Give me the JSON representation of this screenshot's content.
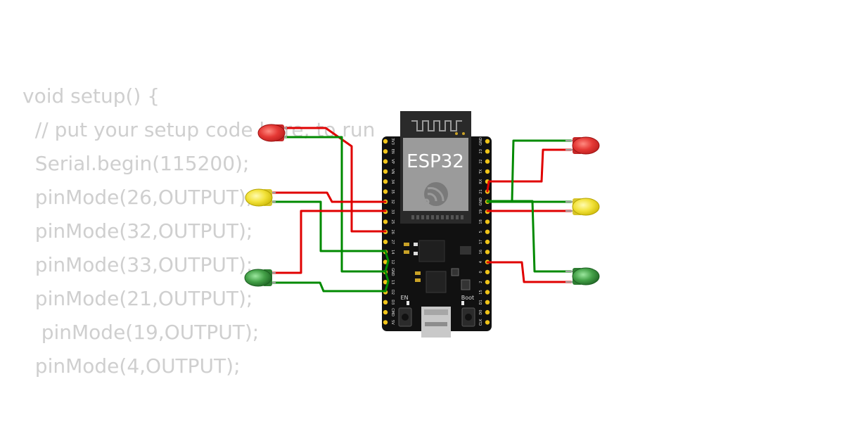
{
  "code": {
    "lines": [
      "void setup() {",
      "  // put your setup code here, to run",
      "  Serial.begin(115200);",
      "  pinMode(26,OUTPUT);",
      "  pinMode(32,OUTPUT);",
      "  pinMode(33,OUTPUT);",
      "  pinMode(21,OUTPUT);",
      "   pinMode(19,OUTPUT);",
      "  pinMode(4,OUTPUT);"
    ]
  },
  "board": {
    "name": "ESP32",
    "en_label": "EN",
    "boot_label": "Boot",
    "left_pins": [
      "3V3",
      "EN",
      "VP",
      "VN",
      "34",
      "35",
      "32",
      "33",
      "25",
      "26",
      "27",
      "14",
      "12",
      "GND",
      "13",
      "D2",
      "D3",
      "CMD",
      "5V"
    ],
    "right_pins": [
      "GND",
      "23",
      "22",
      "TX",
      "RX",
      "21",
      "GND",
      "19",
      "18",
      "5",
      "17",
      "16",
      "4",
      "0",
      "2",
      "15",
      "D1",
      "D0",
      "CLK"
    ]
  },
  "leds": [
    {
      "id": "led-red-left",
      "color": "red",
      "hex": "#e53935"
    },
    {
      "id": "led-yellow-left",
      "color": "yellow",
      "hex": "#f2e23a"
    },
    {
      "id": "led-green-left",
      "color": "green",
      "hex": "#43a047"
    },
    {
      "id": "led-red-right",
      "color": "red",
      "hex": "#e53935"
    },
    {
      "id": "led-yellow-right",
      "color": "yellow",
      "hex": "#f2e23a"
    },
    {
      "id": "led-green-right",
      "color": "green",
      "hex": "#43a047"
    }
  ],
  "wire_colors": {
    "signal": "#e00000",
    "ground": "#008a00"
  }
}
